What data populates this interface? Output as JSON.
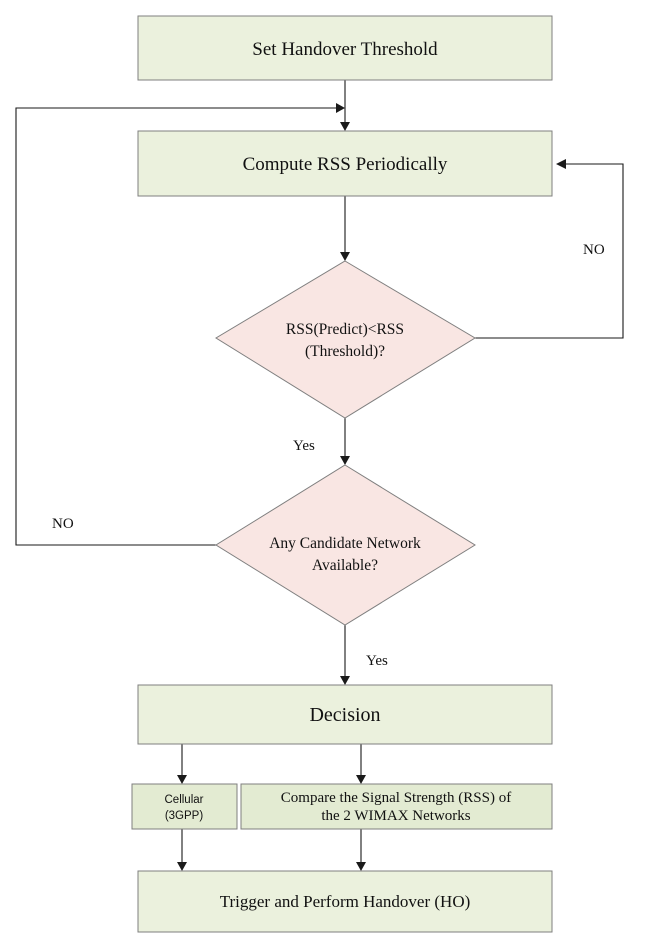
{
  "nodes": {
    "set_threshold": "Set Handover Threshold",
    "compute_rss": "Compute RSS Periodically",
    "decision1_line1": "RSS(Predict)<RSS",
    "decision1_line2": "(Threshold)?",
    "decision2_line1": "Any Candidate Network",
    "decision2_line2": "Available?",
    "decision": "Decision",
    "cellular_line1": "Cellular",
    "cellular_line2": "(3GPP)",
    "compare_line1": "Compare the Signal Strength (RSS) of",
    "compare_line2": "the 2 WIMAX Networks",
    "trigger": "Trigger and Perform Handover (HO)"
  },
  "edge_labels": {
    "no_right": "NO",
    "yes_1": "Yes",
    "no_left": "NO",
    "yes_2": "Yes"
  }
}
